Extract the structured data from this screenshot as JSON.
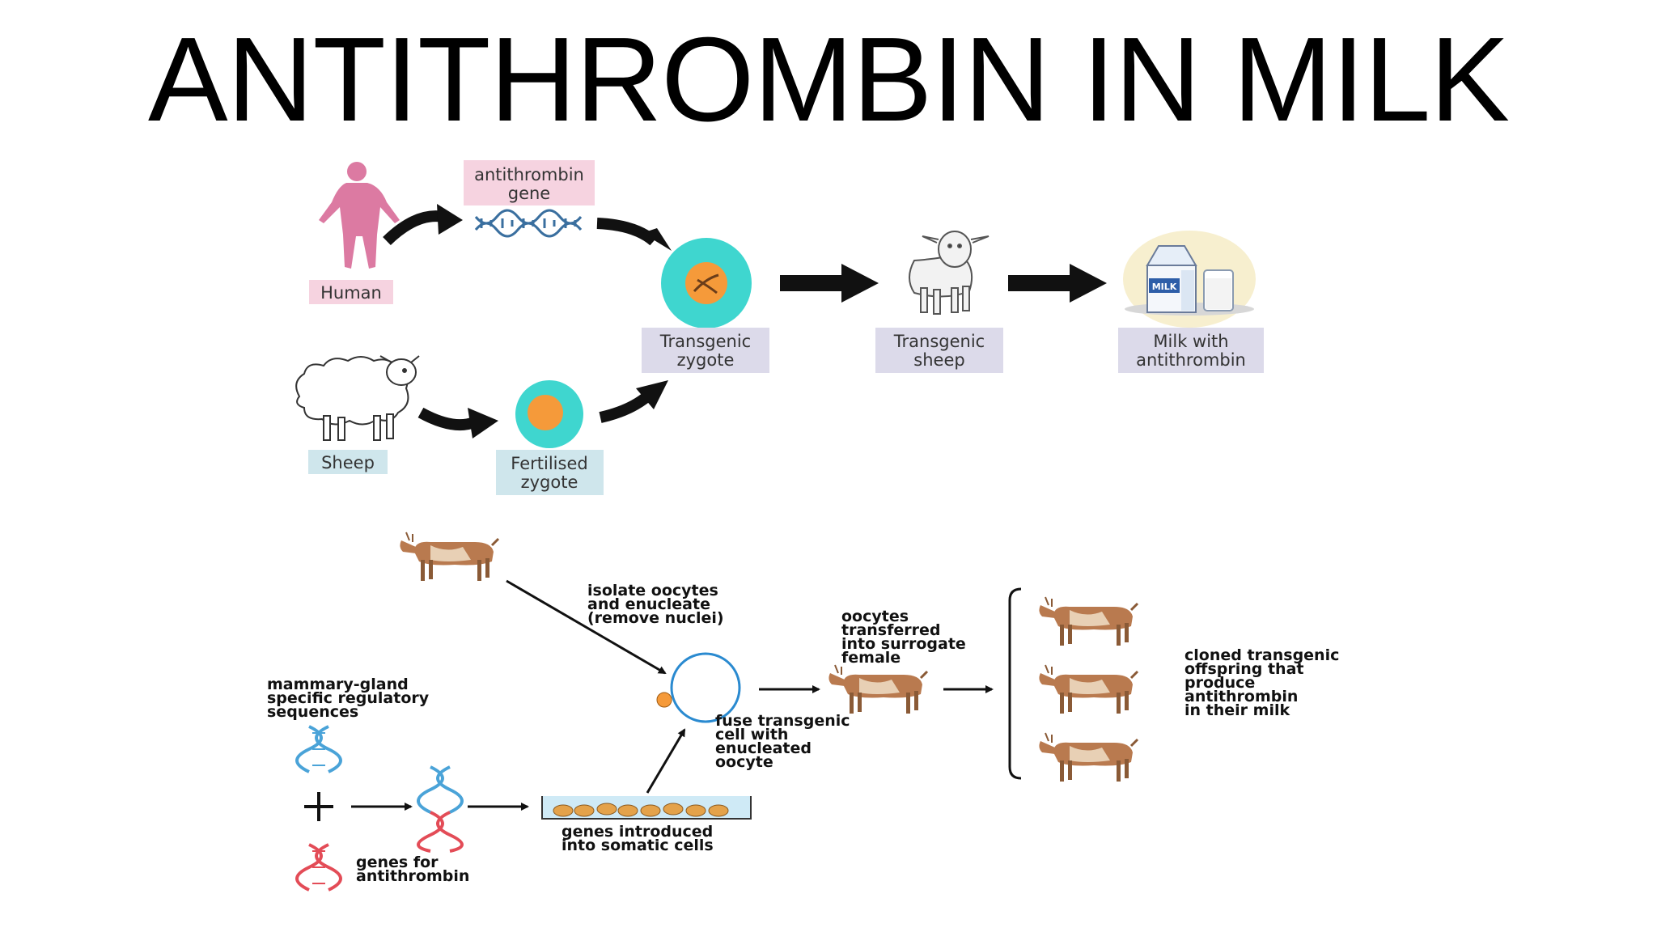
{
  "title": "ANTITHROMBIN IN MILK",
  "top_diagram": {
    "human": "Human",
    "gene_line1": "antithrombin",
    "gene_line2": "gene",
    "sheep": "Sheep",
    "fert_line1": "Fertilised",
    "fert_line2": "zygote",
    "tz_line1": "Transgenic",
    "tz_line2": "zygote",
    "ts_line1": "Transgenic",
    "ts_line2": "sheep",
    "milk_line1": "Milk with",
    "milk_line2": "antithrombin",
    "carton_text": "MILK"
  },
  "bottom_diagram": {
    "isolate": [
      "isolate oocytes",
      "and enucleate",
      "(remove nuclei)"
    ],
    "mammary": [
      "mammary-gland",
      "specific regulatory",
      "sequences"
    ],
    "genes_for": [
      "genes for",
      "antithrombin"
    ],
    "genes_introduced": [
      "genes introduced",
      "into somatic cells"
    ],
    "fuse": [
      "fuse transgenic",
      "cell with",
      "enucleated",
      "oocyte"
    ],
    "oocytes_transferred": [
      "oocytes",
      "transferred",
      "into surrogate",
      "female"
    ],
    "cloned": [
      "cloned transgenic",
      "offspring that",
      "produce",
      "antithrombin",
      "in their milk"
    ]
  },
  "colors": {
    "pink_label": "#f6d3e0",
    "blue_label": "#cfe6ec",
    "purple_label": "#dcdaea",
    "cyan_cell": "#3fd6cf",
    "orange_nucleus": "#f59a3a",
    "goat_brown": "#b97a4f"
  }
}
